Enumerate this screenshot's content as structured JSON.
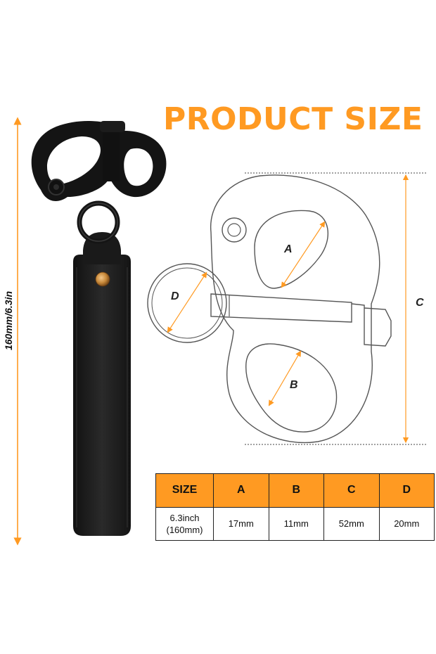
{
  "title": "PRODUCT SIZE",
  "length_label": "160mm/6.3in",
  "dimension_letters": {
    "a": "A",
    "b": "B",
    "c": "C",
    "d": "D"
  },
  "table": {
    "headers": [
      "SIZE",
      "A",
      "B",
      "C",
      "D"
    ],
    "size_value_line1": "6.3inch",
    "size_value_line2": "(160mm)",
    "values": [
      "17mm",
      "11mm",
      "52mm",
      "20mm"
    ]
  },
  "colors": {
    "accent": "#ff9a22",
    "strap": "#1d1d1d",
    "rivet": "#c8893a",
    "outline": "#555555"
  }
}
